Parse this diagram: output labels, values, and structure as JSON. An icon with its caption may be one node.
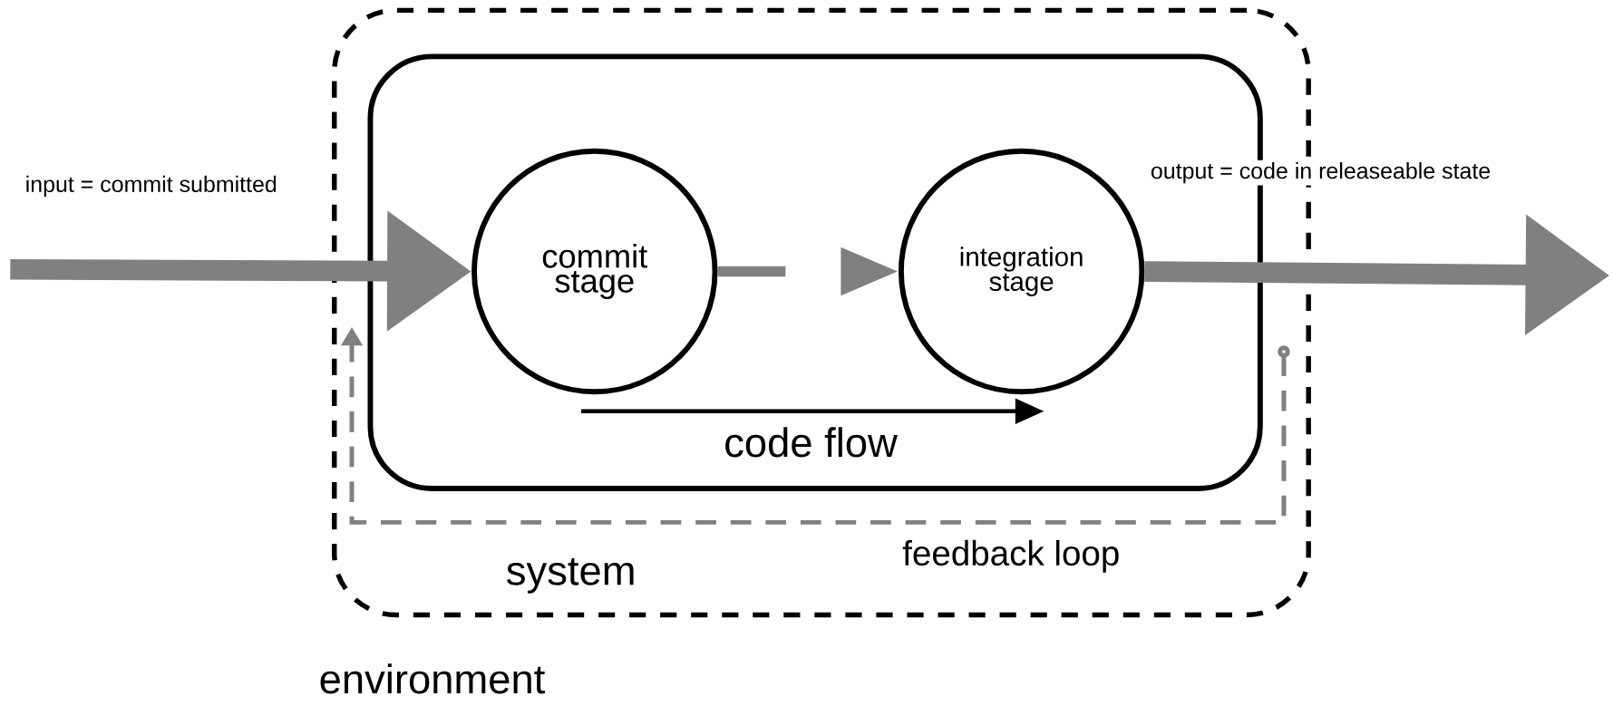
{
  "diagram": {
    "nodes": [
      {
        "text": [
          "system"
        ]
      },
      {
        "text": [],
        "shape": "box",
        "in": 0
      },
      {
        "text": [
          "commit stage"
        ],
        "in": 1
      },
      {
        "text": [
          "integration stage"
        ],
        "in": 1
      }
    ],
    "edges": [
      {
        "from": null,
        "to": 2,
        "arrow": "to",
        "label": "input = commit submitted"
      },
      {
        "from": 2,
        "to": 3,
        "arrow": "to",
        "style": "dashed"
      },
      {
        "from": 3,
        "to": null,
        "arrow": "to",
        "label": "output = code in releaseable state"
      }
    ],
    "labels": [
      "code flow",
      "feedback loop",
      "environment"
    ]
  }
}
